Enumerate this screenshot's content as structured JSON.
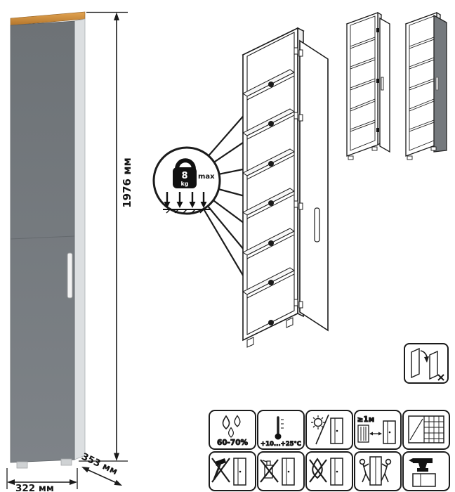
{
  "product": {
    "name": "tall single-door cabinet",
    "dimensions": {
      "height": "1976 мм",
      "width": "322 мм",
      "depth": "353 мм"
    },
    "shelf_load": {
      "value": "8",
      "unit": "kg",
      "qualifier": "max"
    }
  },
  "care": {
    "humidity": "60-70%",
    "temperature": "+10...+25°C",
    "heat_distance": "≥1м"
  },
  "icons": [
    "weight-max-icon",
    "door-rehang-icon",
    "humidity-icon",
    "temperature-icon",
    "no-direct-sunlight-icon",
    "heat-distance-icon",
    "ventilation-grille-icon",
    "no-impact-icon",
    "no-abrasive-cleaner-icon",
    "no-wet-cleaning-icon",
    "move-by-two-icon",
    "heavy-load-icon"
  ],
  "colors": {
    "door_gray_top": "#6d7276",
    "door_gray_bottom": "#7e8388",
    "side_panel": "#dcdfe1",
    "wood_top": "#cf8a3b",
    "line_black": "#1b1b1b",
    "background": "#ffffff"
  }
}
